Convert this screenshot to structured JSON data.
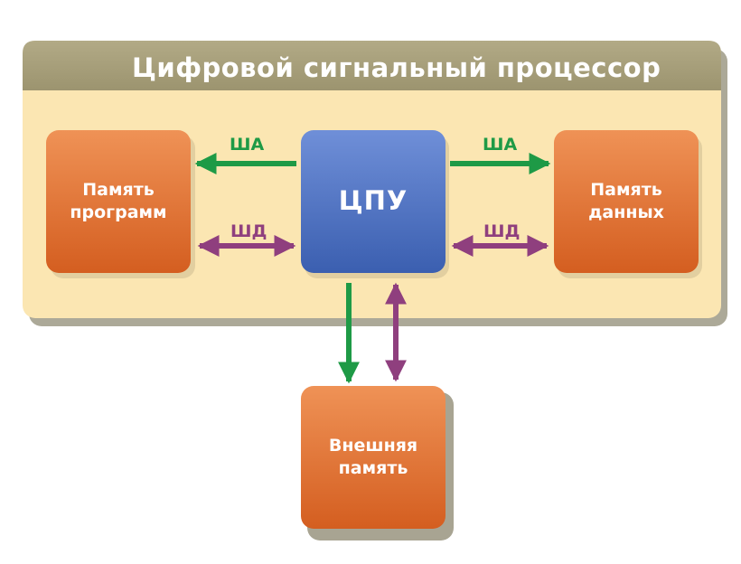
{
  "title": "Цифровой сигнальный процессор",
  "blocks": {
    "program_memory": "Память программ",
    "cpu": "ЦПУ",
    "data_memory": "Память данных",
    "external_memory": "Внешняя память"
  },
  "bus_labels": {
    "address_left": "ША",
    "data_left": "ШД",
    "address_right": "ША",
    "data_right": "ШД"
  },
  "colors": {
    "header": "#a79f7c",
    "panel": "#fbe6b2",
    "shadow": "#9e9a86",
    "orange_top": "#ef9256",
    "orange_bottom": "#d45e20",
    "blue_top": "#6f8fd8",
    "blue_bottom": "#3b5fb0",
    "address_bus": "#1e9a46",
    "data_bus": "#8f3f7e"
  }
}
